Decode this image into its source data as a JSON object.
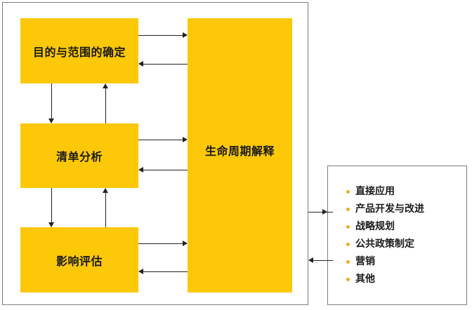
{
  "diagram": {
    "boxes": {
      "goal_scope": {
        "label": "目的与范围的确定"
      },
      "inventory": {
        "label": "清单分析"
      },
      "impact": {
        "label": "影响评估"
      },
      "interpretation": {
        "label": "生命周期解释"
      }
    },
    "applications": {
      "items": [
        "直接应用",
        "产品开发与改进",
        "战略规划",
        "公共政策制定",
        "营销",
        "其他"
      ]
    },
    "colors": {
      "box_fill": "#FCC808",
      "bullet": "#EFA929",
      "border": "#7D7D7D",
      "arrow": "#222222"
    }
  }
}
